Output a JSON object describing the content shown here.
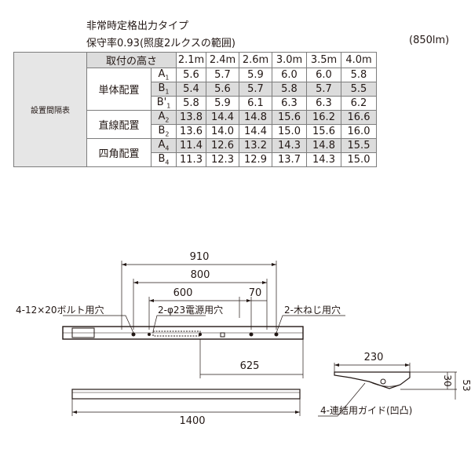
{
  "header": {
    "title": "非常時定格出力タイプ",
    "condition": "保守率0.93(照度2ルクスの範囲)",
    "lumen": "(850lm)"
  },
  "table": {
    "side_label": "設置間隔表",
    "height_label": "取付の高さ",
    "heights": [
      "2.1m",
      "2.4m",
      "2.6m",
      "3.0m",
      "3.5m",
      "4.0m"
    ],
    "groups": [
      {
        "label": "単体配置",
        "rows": [
          {
            "code": "A",
            "sub": "1",
            "values": [
              "5.6",
              "5.7",
              "5.9",
              "6.0",
              "6.0",
              "5.8"
            ]
          },
          {
            "code": "B",
            "sub": "1",
            "values": [
              "5.4",
              "5.6",
              "5.7",
              "5.8",
              "5.7",
              "5.5"
            ]
          },
          {
            "code": "B'",
            "sub": "1",
            "values": [
              "5.8",
              "5.9",
              "6.1",
              "6.3",
              "6.3",
              "6.2"
            ]
          }
        ]
      },
      {
        "label": "直線配置",
        "rows": [
          {
            "code": "A",
            "sub": "2",
            "values": [
              "13.8",
              "14.4",
              "14.8",
              "15.6",
              "16.2",
              "16.6"
            ]
          },
          {
            "code": "B",
            "sub": "2",
            "values": [
              "13.6",
              "14.0",
              "14.4",
              "15.0",
              "15.6",
              "16.0"
            ]
          }
        ]
      },
      {
        "label": "四角配置",
        "rows": [
          {
            "code": "A",
            "sub": "4",
            "values": [
              "11.4",
              "12.6",
              "13.2",
              "14.3",
              "14.8",
              "15.5"
            ]
          },
          {
            "code": "B",
            "sub": "4",
            "values": [
              "11.3",
              "12.3",
              "12.9",
              "13.7",
              "14.3",
              "15.0"
            ]
          }
        ]
      }
    ]
  },
  "drawing": {
    "dim_910": "910",
    "dim_800": "800",
    "dim_600": "600",
    "dim_70": "70",
    "dim_625": "625",
    "dim_1400": "1400",
    "dim_230": "230",
    "dim_30": "30",
    "dim_53": "53",
    "label_bolt_holes": "4-12×20ボルト用穴",
    "label_power_holes": "2-φ23電源用穴",
    "label_screw_holes": "2-木ねじ用穴",
    "label_guide": "4-連結用ガイド(凹凸)"
  }
}
